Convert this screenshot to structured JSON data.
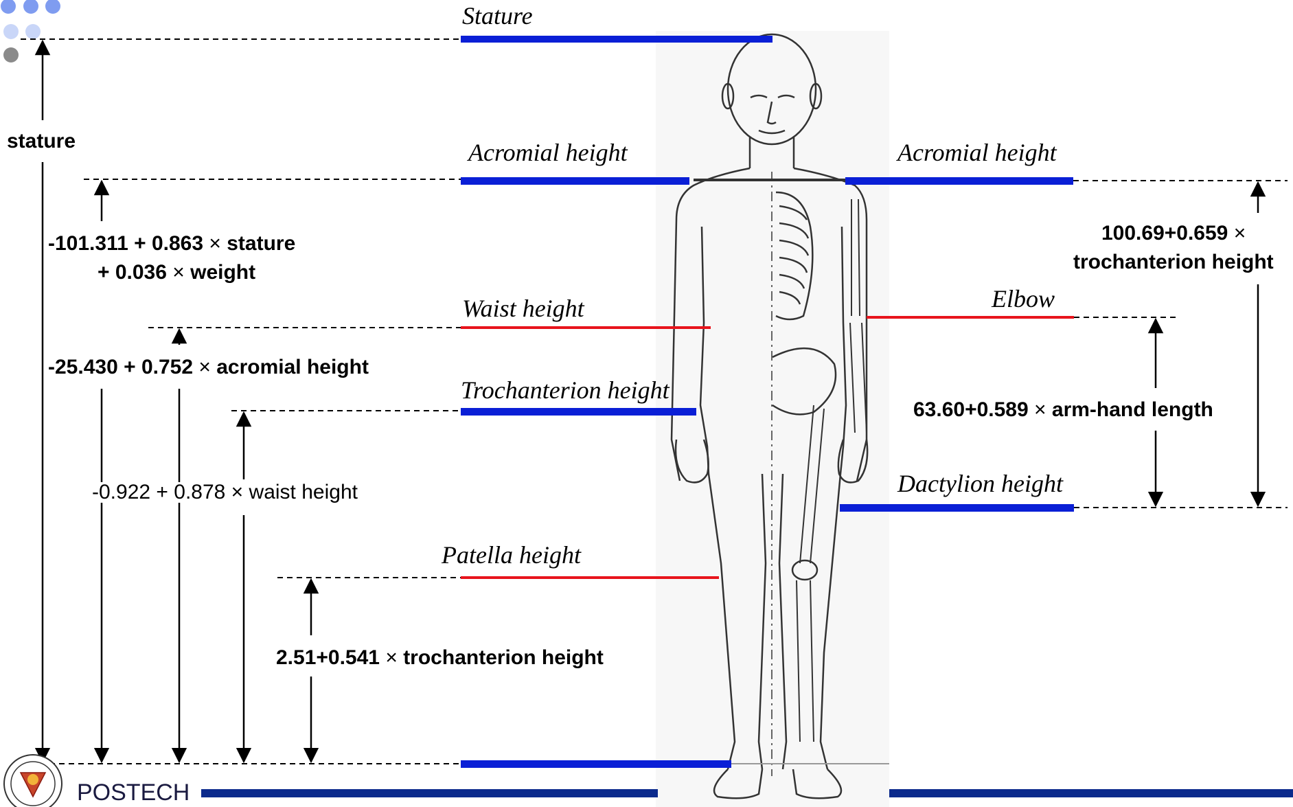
{
  "colors": {
    "blue_bar": "#0a1fd6",
    "red_bar": "#e8141c",
    "footer_bar": "#0b2a8c",
    "dot_blue": "#7f9cf0",
    "dot_light": "#c9d6f8",
    "dot_gray": "#8a8a8a"
  },
  "levels": {
    "stature": "Stature",
    "acromial_left": "Acromial height",
    "acromial_right": "Acromial height",
    "waist": "Waist height",
    "elbow": "Elbow",
    "trochanterion": "Trochanterion height",
    "dactylion": "Dactylion height",
    "patella": "Patella height"
  },
  "equations": {
    "stature": "stature",
    "acromial_line1_a": "-101.311 + 0.863 ",
    "acromial_line1_b": " stature",
    "acromial_line2_a": "+ 0.036 ",
    "acromial_line2_b": " weight",
    "waist_a": "-25.430 + 0.752 ",
    "waist_b": " acromial height",
    "trochanterion_a": "-0.922 + 0.878 ",
    "trochanterion_b": " waist height",
    "patella_a": "2.51+0.541 ",
    "patella_b": " trochanterion height",
    "elbow_line1_a": "100.69+0.659 ",
    "elbow_line2": "trochanterion height",
    "dactylion_a": "63.60+0.589 ",
    "dactylion_b": " arm-hand length",
    "times": "×"
  },
  "logo": {
    "name": "POSTECH"
  }
}
